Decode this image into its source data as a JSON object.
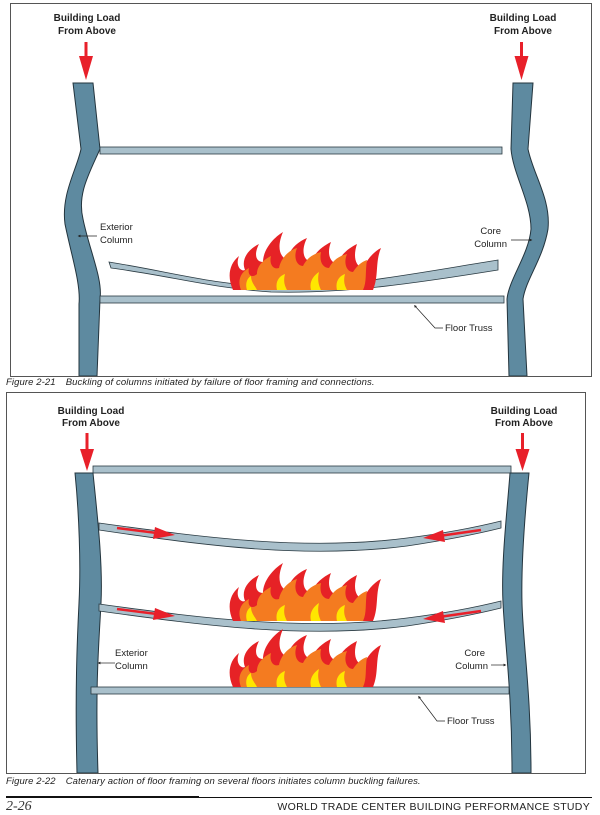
{
  "colors": {
    "column": "#5e8aa0",
    "column_stroke": "#23343d",
    "truss": "#a9c0cb",
    "truss_stroke": "#2a3a42",
    "arrow": "#e8202a",
    "flame_red": "#e62226",
    "flame_orange": "#f47b20",
    "flame_yellow": "#ffe600"
  },
  "figure1": {
    "load_label_left": [
      "Building Load",
      "From Above"
    ],
    "load_label_right": [
      "Building Load",
      "From Above"
    ],
    "exterior_column_label": [
      "Exterior",
      "Column"
    ],
    "core_column_label": [
      "Core",
      "Column"
    ],
    "floor_truss_label": "Floor Truss",
    "caption_number": "Figure 2-21",
    "caption_text": "Buckling of columns initiated by failure of floor framing and connections."
  },
  "figure2": {
    "load_label_left": [
      "Building Load",
      "From Above"
    ],
    "load_label_right": [
      "Building Load",
      "From Above"
    ],
    "exterior_column_label": [
      "Exterior",
      "Column"
    ],
    "core_column_label": [
      "Core",
      "Column"
    ],
    "floor_truss_label": "Floor Truss",
    "caption_number": "Figure 2-22",
    "caption_text": "Catenary action of floor framing on several floors initiates column buckling failures."
  },
  "footer": {
    "page_number": "2-26",
    "running_title": "WORLD TRADE CENTER BUILDING PERFORMANCE STUDY"
  }
}
